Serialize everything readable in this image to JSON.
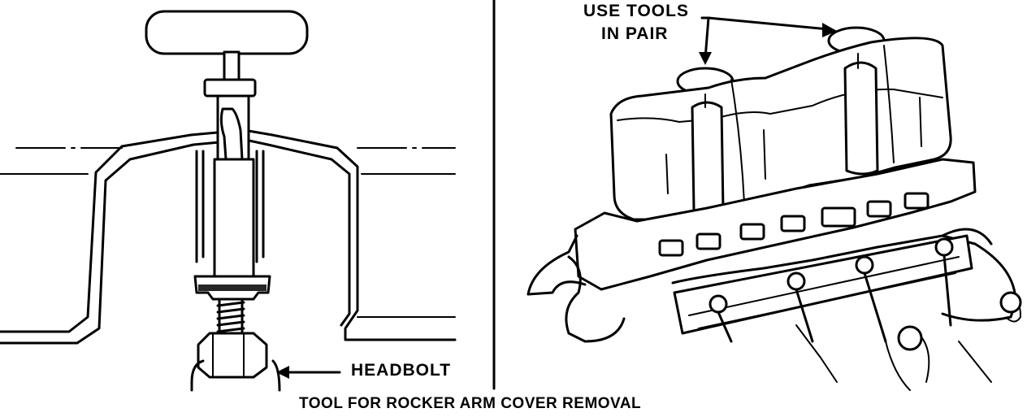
{
  "labels": {
    "headbolt": "HEADBOLT",
    "use_tools_line1": "USE TOOLS",
    "use_tools_line2": "IN PAIR",
    "caption": "TOOL FOR ROCKER ARM COVER REMOVAL"
  }
}
